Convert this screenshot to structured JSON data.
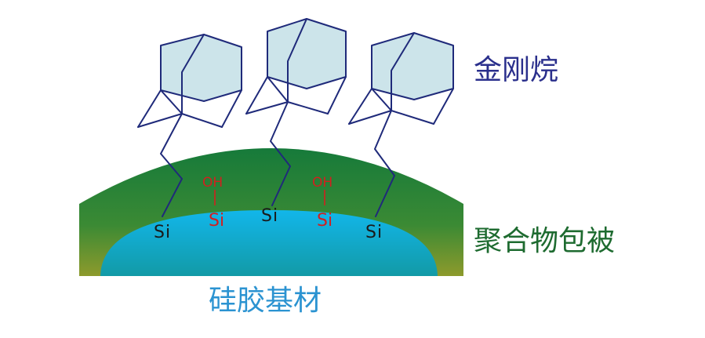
{
  "labels": {
    "adamantane": "金刚烷",
    "polymer_coating": "聚合物包被",
    "silica_substrate": "硅胶基材"
  },
  "atoms": {
    "silicon": "Si",
    "hydroxyl": "OH"
  },
  "colors": {
    "adamantane_label": "#2a2f8c",
    "polymer_label": "#1e6b30",
    "silica_label": "#2b93d1",
    "bond_line": "#1f2a7a",
    "cage_fill": "#cce4ea",
    "silanol_text": "#d21f1f",
    "polymer_top": "#167a3a",
    "polymer_bottom": "#8d9a2c",
    "silica_top": "#12b6ea",
    "silica_bottom": "#129aa6"
  }
}
